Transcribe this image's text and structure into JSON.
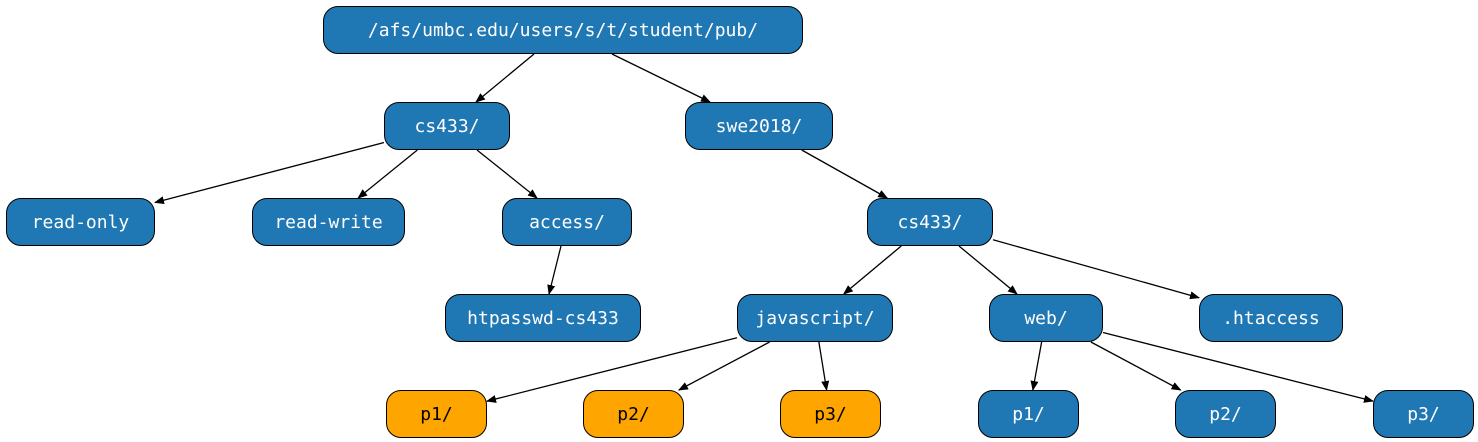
{
  "colors": {
    "directory": "#1f77b4",
    "highlight": "#ffa500",
    "edge": "#000000"
  },
  "nodes": {
    "root": {
      "label": "/afs/umbc.edu/users/s/t/student/pub/",
      "style": "blue"
    },
    "cs433_a": {
      "label": "cs433/",
      "style": "blue"
    },
    "swe2018": {
      "label": "swe2018/",
      "style": "blue"
    },
    "read_only": {
      "label": "read-only",
      "style": "blue"
    },
    "read_write": {
      "label": "read-write",
      "style": "blue"
    },
    "access": {
      "label": "access/",
      "style": "blue"
    },
    "cs433_b": {
      "label": "cs433/",
      "style": "blue"
    },
    "htpasswd": {
      "label": "htpasswd-cs433",
      "style": "blue"
    },
    "javascript": {
      "label": "javascript/",
      "style": "blue"
    },
    "web": {
      "label": "web/",
      "style": "blue"
    },
    "htaccess": {
      "label": ".htaccess",
      "style": "blue"
    },
    "js_p1": {
      "label": "p1/",
      "style": "orange"
    },
    "js_p2": {
      "label": "p2/",
      "style": "orange"
    },
    "js_p3": {
      "label": "p3/",
      "style": "orange"
    },
    "web_p1": {
      "label": "p1/",
      "style": "blue"
    },
    "web_p2": {
      "label": "p2/",
      "style": "blue"
    },
    "web_p3": {
      "label": "p3/",
      "style": "blue"
    }
  },
  "edges": [
    {
      "from": "root",
      "to": "cs433_a"
    },
    {
      "from": "root",
      "to": "swe2018"
    },
    {
      "from": "cs433_a",
      "to": "read_only"
    },
    {
      "from": "cs433_a",
      "to": "read_write"
    },
    {
      "from": "cs433_a",
      "to": "access"
    },
    {
      "from": "access",
      "to": "htpasswd"
    },
    {
      "from": "swe2018",
      "to": "cs433_b"
    },
    {
      "from": "cs433_b",
      "to": "javascript"
    },
    {
      "from": "cs433_b",
      "to": "web"
    },
    {
      "from": "cs433_b",
      "to": "htaccess"
    },
    {
      "from": "javascript",
      "to": "js_p1"
    },
    {
      "from": "javascript",
      "to": "js_p2"
    },
    {
      "from": "javascript",
      "to": "js_p3"
    },
    {
      "from": "web",
      "to": "web_p1"
    },
    {
      "from": "web",
      "to": "web_p2"
    },
    {
      "from": "web",
      "to": "web_p3"
    }
  ]
}
